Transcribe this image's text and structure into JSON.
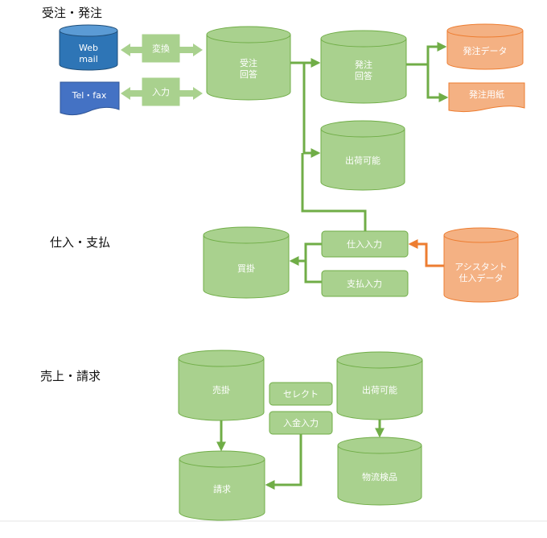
{
  "sections": {
    "order": "受注・発注",
    "purchase": "仕入・支払",
    "sales": "売上・請求"
  },
  "nodes": {
    "web_mail": [
      "Web",
      "mail"
    ],
    "tel_fax": "Tel・fax",
    "convert": "変換",
    "input": "入力",
    "order_reply": [
      "受注",
      "回答"
    ],
    "purchase_reply": [
      "発注",
      "回答"
    ],
    "purchase_data": "発注データ",
    "purchase_form": "発注用紙",
    "shippable_top": "出荷可能",
    "purchase_entry": "仕入入力",
    "payment_entry": "支払入力",
    "accounts_payable": "買掛",
    "assistant_data": [
      "アシスタント",
      "仕入データ"
    ],
    "accounts_receivable": "売掛",
    "select": "セレクト",
    "deposit_entry": "入金入力",
    "shippable_bottom": "出荷可能",
    "billing": "請求",
    "inspection": "物流検品"
  },
  "colors": {
    "green_fill": "#a9d18e",
    "green_stroke": "#70ad47",
    "green_arrow": "#a9d18e",
    "blue_fill": "#2e75b6",
    "blue_doc": "#4472c4",
    "orange_fill": "#f4b183",
    "orange_stroke": "#ed7d31"
  }
}
